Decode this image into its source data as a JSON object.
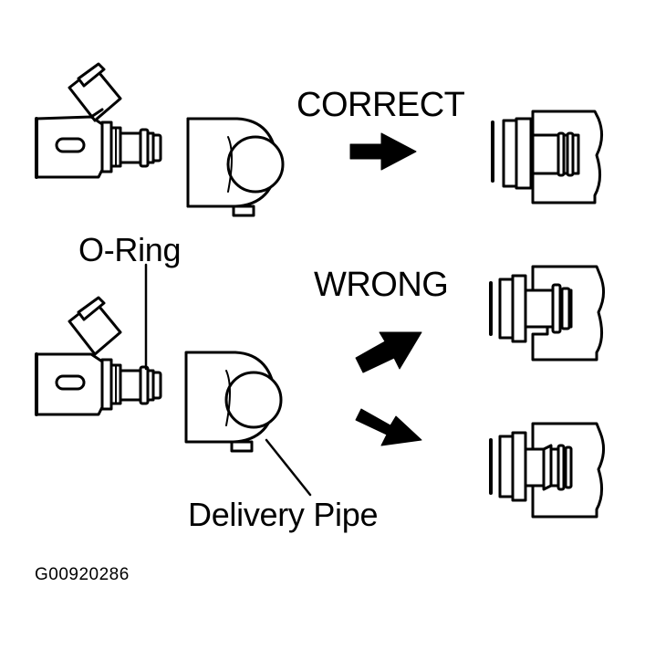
{
  "labels": {
    "correct": "CORRECT",
    "wrong": "WRONG",
    "o_ring": "O-Ring",
    "delivery_pipe": "Delivery Pipe",
    "figure_code": "G00920286"
  },
  "colors": {
    "ink": "#000000",
    "paper": "#ffffff"
  }
}
